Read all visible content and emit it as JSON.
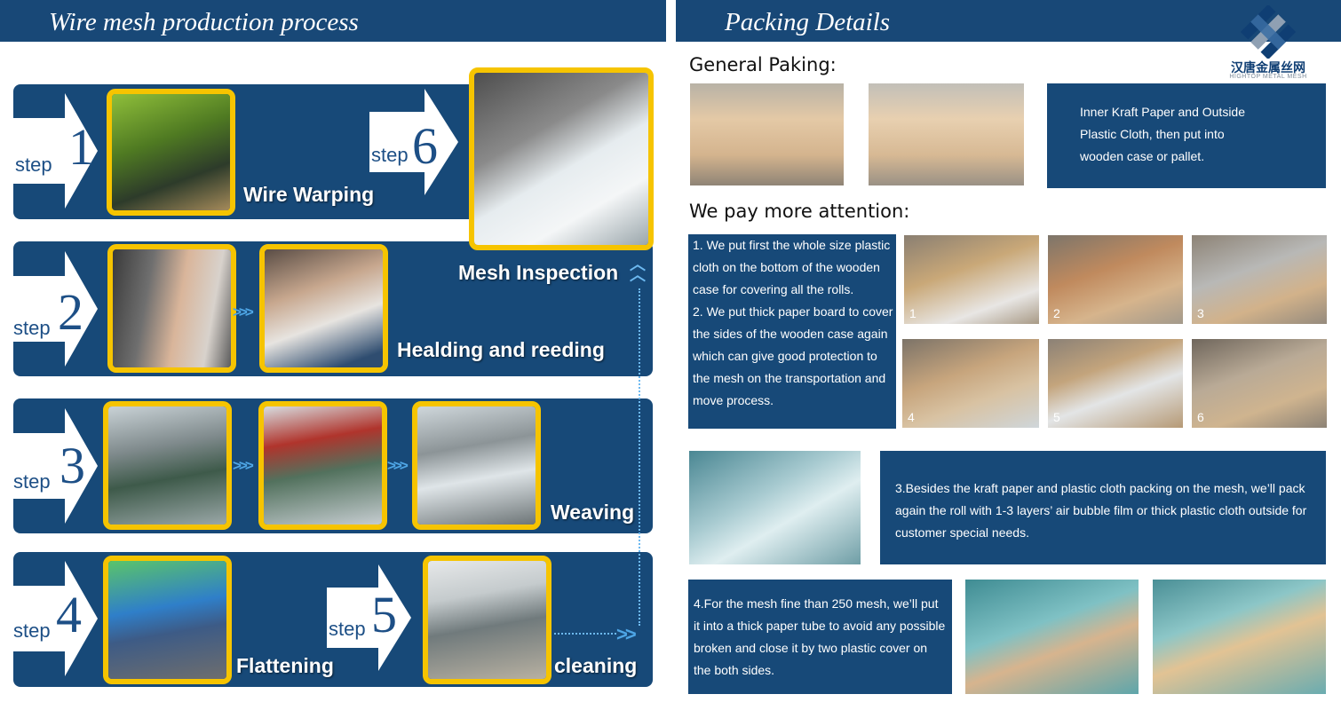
{
  "left_header": {
    "title": "Wire mesh production process"
  },
  "right_header": {
    "title": "Packing Details"
  },
  "logo": {
    "chinese": "汉唐金属丝网",
    "english": "HIGHTOP METAL MESH",
    "brand_color": "#0f3e73"
  },
  "steps": {
    "step_word": "step",
    "numbers": [
      "1",
      "2",
      "3",
      "4",
      "5",
      "6"
    ]
  },
  "stages": {
    "wire_warping": "Wire Warping",
    "healding": "Healding and reeding",
    "weaving": "Weaving",
    "flattening": "Flattening",
    "cleaning": "cleaning",
    "inspection": "Mesh Inspection"
  },
  "packing": {
    "general_title": "General Paking:",
    "general_text": "Inner Kraft Paper and Outside Plastic Cloth, then put into wooden case or pallet.",
    "attention_title": "We pay more attention:",
    "attention_text_1": "1. We put first the whole size plastic cloth on the bottom of the wooden case for covering all the rolls.",
    "attention_text_2": "2. We put thick paper board to cover the sides of the wooden case again which can give good protection to the mesh on the transportation and move process.",
    "photo_numbers": [
      "1",
      "2",
      "3",
      "4",
      "5",
      "6"
    ],
    "text_3": "3.Besides the kraft paper and plastic cloth packing on the mesh, we’ll pack again the roll with 1-3 layers’  air bubble film or thick plastic cloth outside for customer special needs.",
    "text_4": "4.For the mesh fine than 250 mesh, we’ll put it into a thick paper tube to avoid any possible broken and close it by two plastic cover on the both sides."
  },
  "colors": {
    "band": "#174978",
    "frame": "#f6c400",
    "chevron": "#4ea6e6"
  }
}
